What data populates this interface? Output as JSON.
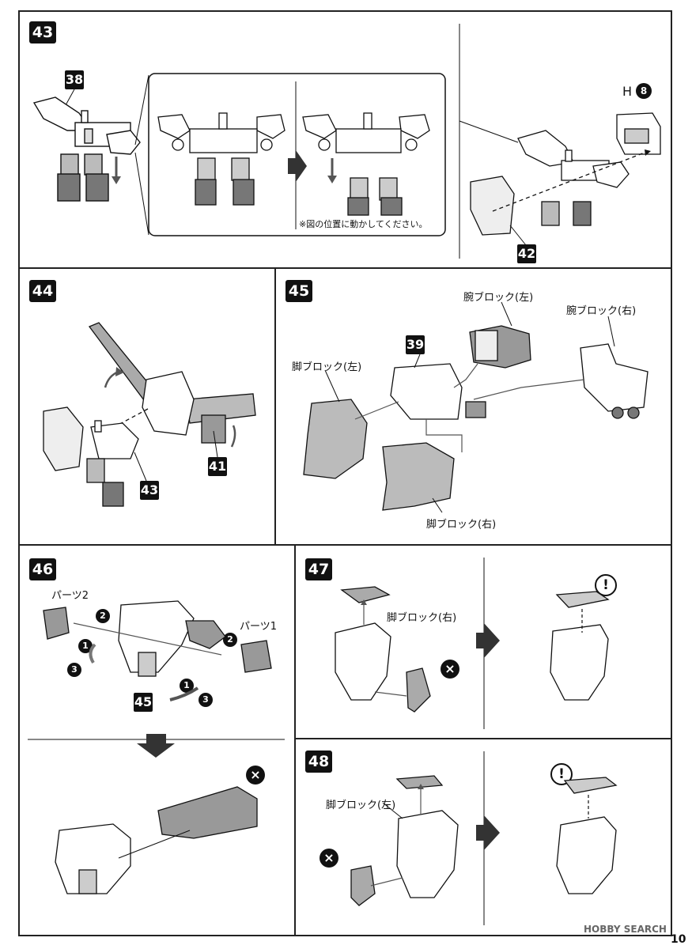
{
  "steps": {
    "s43": "43",
    "s44": "44",
    "s45": "45",
    "s46": "46",
    "s47": "47",
    "s48": "48"
  },
  "parts": {
    "p38": "38",
    "p42": "42",
    "p41": "41",
    "p43": "43",
    "p39": "39",
    "p45": "45"
  },
  "step43": {
    "h_label": "H",
    "h_num": "8",
    "note": "※図の位置に動かしてください。"
  },
  "step45": {
    "arm_left": "腕ブロック(左)",
    "arm_right": "腕ブロック(右)",
    "leg_left": "脚ブロック(左)",
    "leg_right": "脚ブロック(右)"
  },
  "step46": {
    "part2": "パーツ2",
    "part1": "パーツ1",
    "n1": "1",
    "n2": "2",
    "n3": "3"
  },
  "step47": {
    "leg_right": "脚ブロック(右)"
  },
  "step48": {
    "leg_left": "脚ブロック(左)"
  },
  "marks": {
    "warn": "!",
    "ng": "×"
  },
  "footer": {
    "brand": "HOBBY SEARCH",
    "page": "10"
  }
}
